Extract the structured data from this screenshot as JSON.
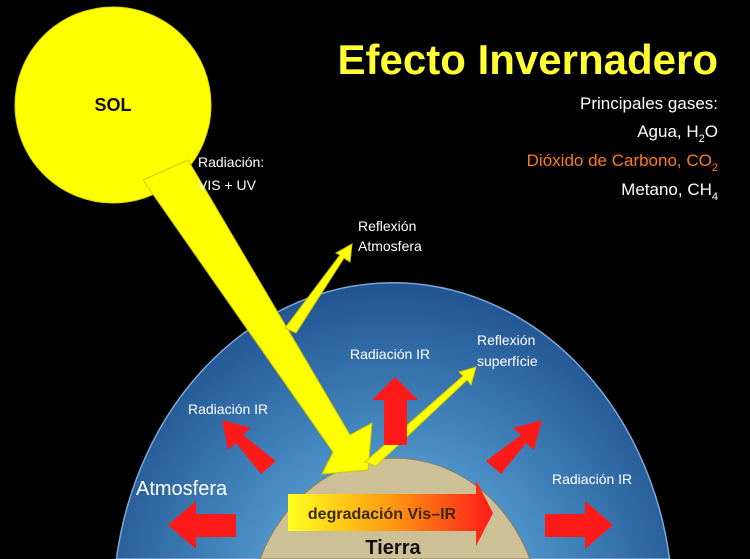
{
  "title": "Efecto Invernadero",
  "sun_label": "SOL",
  "gases": {
    "heading": "Principales gases:",
    "items": [
      {
        "name": "Agua, H",
        "sub": "2",
        "suffix": "O",
        "color": "#ffffff"
      },
      {
        "name": "Dióxido de Carbono, CO",
        "sub": "2",
        "suffix": "",
        "color": "#ff7a1a"
      },
      {
        "name": "Metano, CH",
        "sub": "4",
        "suffix": "",
        "color": "#ffffff"
      }
    ]
  },
  "labels": {
    "incoming_1": "Radiación:",
    "incoming_2": "VIS + UV",
    "refl_atm_1": "Reflexión",
    "refl_atm_2": "Atmosfera",
    "refl_surf_1": "Reflexión",
    "refl_surf_2": "superfície",
    "ir_top": "Radiación IR",
    "ir_left": "Radiación IR",
    "ir_right": "Radiación IR",
    "atmosphere": "Atmosfera",
    "degradation": "degradación Vis–IR",
    "earth": "Tierra"
  },
  "colors": {
    "sun": "#ffff00",
    "title": "#ffff33",
    "ir_arrow": "#ff1a1a",
    "earth": "#cdbf96"
  }
}
